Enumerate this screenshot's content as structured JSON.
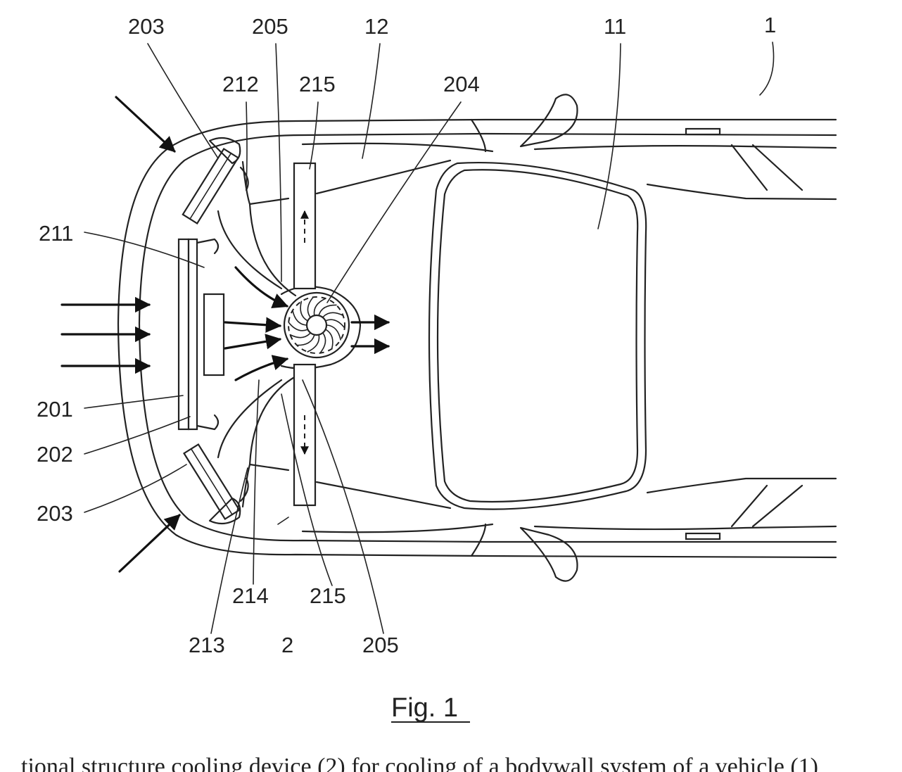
{
  "figure": {
    "caption": "Fig. 1",
    "labels": {
      "l_203_top": "203",
      "l_205_top": "205",
      "l_12": "12",
      "l_11": "11",
      "l_1": "1",
      "l_212": "212",
      "l_215_top": "215",
      "l_204": "204",
      "l_211": "211",
      "l_201": "201",
      "l_202": "202",
      "l_203_bottom": "203",
      "l_214": "214",
      "l_215_bottom": "215",
      "l_213": "213",
      "l_2": "2",
      "l_205_bottom": "205"
    }
  },
  "text_line": "tional structure cooling device (2) for cooling of a bodywall system of a vehicle (1)"
}
